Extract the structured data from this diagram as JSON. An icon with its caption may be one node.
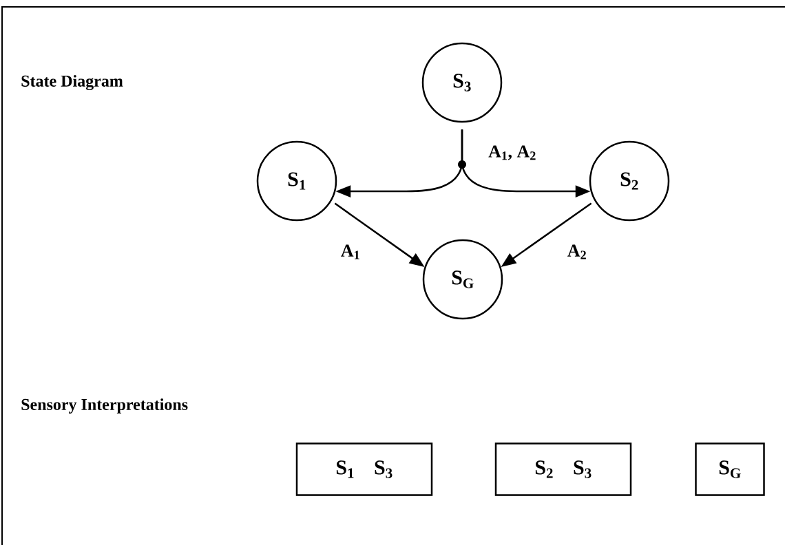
{
  "diagram": {
    "nodes": [
      {
        "text": [
          "S$_{3}$"
        ]
      },
      {
        "text": [
          "S$_{1}$"
        ]
      },
      {
        "text": [
          "S$_{2}$"
        ]
      },
      {
        "text": [
          "S$_{G}$"
        ]
      },
      {
        "text": [
          "S$_{1}$",
          "S$_{3}$"
        ]
      },
      {
        "text": [
          "S$_{2}$",
          "S$_{3}$"
        ]
      },
      {
        "text": [
          "S$_{G}$"
        ]
      }
    ],
    "edges": [
      {
        "from": 0,
        "to": 1,
        "arrow": "to",
        "label": "A$_{1}$, A$_{2}$"
      },
      {
        "from": 0,
        "to": 2,
        "arrow": "to"
      },
      {
        "from": 1,
        "to": 3,
        "arrow": "to",
        "label": "A$_{1}$"
      },
      {
        "from": 2,
        "to": 3,
        "arrow": "to",
        "label": "A$_{2}$"
      }
    ],
    "labels": [
      "State Diagram",
      "Sensory Interpretations"
    ]
  }
}
